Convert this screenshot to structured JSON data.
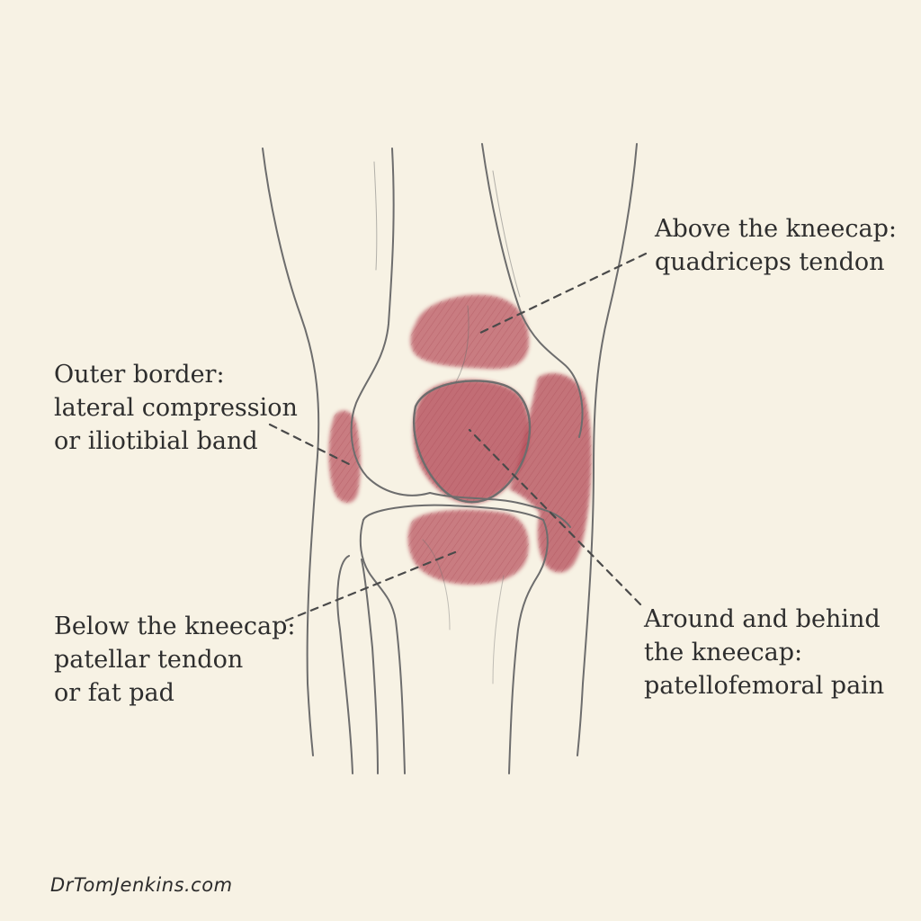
{
  "labels": {
    "above": {
      "line1": "Above the kneecap:",
      "line2": "quadriceps tendon"
    },
    "outer": {
      "line1": "Outer border:",
      "line2": "lateral compression",
      "line3": "or iliotibial band"
    },
    "below": {
      "line1": "Below the kneecap:",
      "line2": "patellar tendon",
      "line3": "or fat pad"
    },
    "around": {
      "line1": "Around and behind",
      "line2": "the kneecap:",
      "line3": "patellofemoral pain"
    }
  },
  "watermark": "DrTomJenkins.com",
  "colors": {
    "background": "#f7f2e4",
    "pencil": "#6d6d6d",
    "highlight": "#b44a57",
    "text": "#2e2e2e"
  }
}
